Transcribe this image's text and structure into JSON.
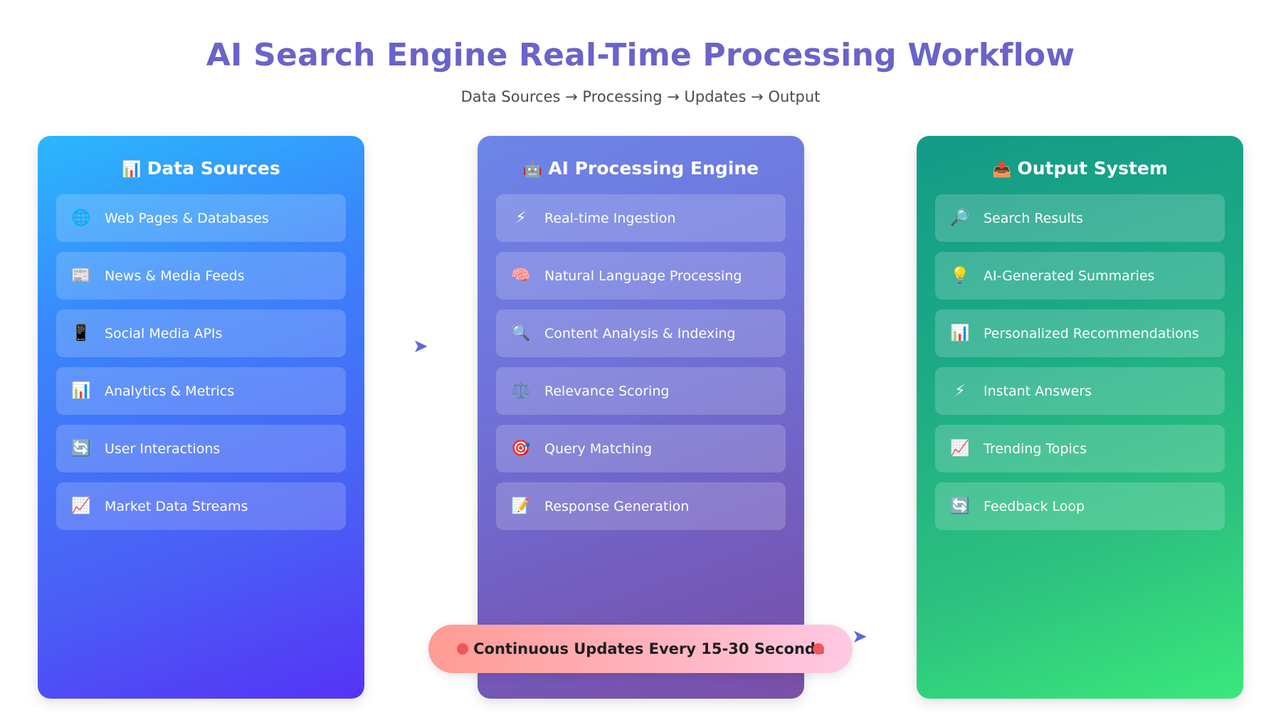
{
  "header": {
    "title": "AI Search Engine Real-Time Processing Workflow",
    "subtitle": "Data Sources → Processing → Updates → Output"
  },
  "panels": [
    {
      "title": "Data Sources",
      "icon": "📊",
      "items": [
        {
          "icon": "🌐",
          "label": "Web Pages & Databases"
        },
        {
          "icon": "📰",
          "label": "News & Media Feeds"
        },
        {
          "icon": "📱",
          "label": "Social Media APIs"
        },
        {
          "icon": "📊",
          "label": "Analytics & Metrics"
        },
        {
          "icon": "🔄",
          "label": "User Interactions"
        },
        {
          "icon": "📈",
          "label": "Market Data Streams"
        }
      ]
    },
    {
      "title": "AI Processing Engine",
      "icon": "🤖",
      "items": [
        {
          "icon": "⚡",
          "label": "Real-time Ingestion"
        },
        {
          "icon": "🧠",
          "label": "Natural Language Processing"
        },
        {
          "icon": "🔍",
          "label": "Content Analysis & Indexing"
        },
        {
          "icon": "⚖️",
          "label": "Relevance Scoring"
        },
        {
          "icon": "🎯",
          "label": "Query Matching"
        },
        {
          "icon": "📝",
          "label": "Response Generation"
        }
      ]
    },
    {
      "title": "Output System",
      "icon": "📤",
      "items": [
        {
          "icon": "🔎",
          "label": "Search Results"
        },
        {
          "icon": "💡",
          "label": "AI-Generated Summaries"
        },
        {
          "icon": "📊",
          "label": "Personalized Recommendations"
        },
        {
          "icon": "⚡",
          "label": "Instant Answers"
        },
        {
          "icon": "📈",
          "label": "Trending Topics"
        },
        {
          "icon": "🔄",
          "label": "Feedback Loop"
        }
      ]
    }
  ],
  "banner": {
    "icon": "⏱",
    "text": "Continuous Updates Every 15-30 Seconds"
  },
  "arrows": {
    "glyph": "➤"
  }
}
